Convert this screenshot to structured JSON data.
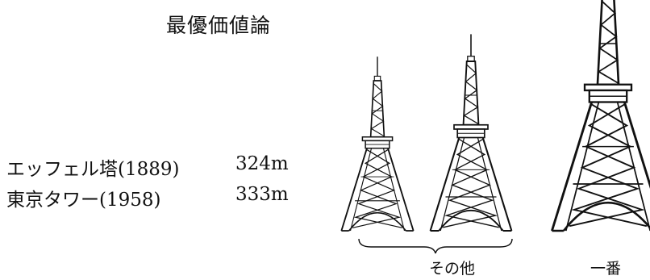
{
  "title": "最優価値論",
  "towers": [
    {
      "name": "エッフェル塔(1889)",
      "height": "324m"
    },
    {
      "name": "東京タワー(1958)",
      "height": "333m"
    }
  ],
  "captions": {
    "others": "その他",
    "first": "一番"
  },
  "colors": {
    "ink": "#111111",
    "background": "#ffffff"
  }
}
